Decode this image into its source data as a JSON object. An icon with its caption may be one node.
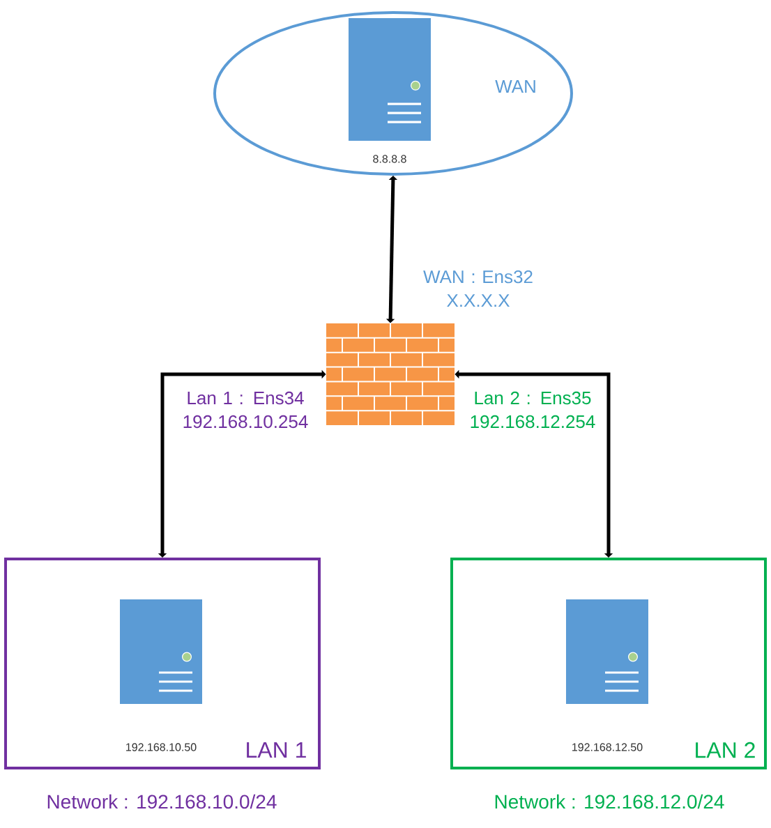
{
  "diagram": {
    "nodes": [
      {
        "text": [
          "WAN"
        ]
      },
      {
        "text": [
          "8.8.8.8"
        ],
        "in": 0
      },
      {
        "text": [],
        "shape": "picture"
      },
      {
        "text": [
          "LAN 1"
        ],
        "beside": [
          "Network : 192.168.10.0/24"
        ]
      },
      {
        "text": [
          "192.168.10.50"
        ],
        "in": 3
      },
      {
        "text": [
          "LAN 2"
        ],
        "beside": [
          "Network : 192.168.12.0/24"
        ]
      },
      {
        "text": [
          "192.168.12.50"
        ],
        "in": 5
      }
    ],
    "edges": [
      {
        "from": 0,
        "to": 2,
        "arrow": "both",
        "label": "WAN : Ens32 X.X.X.X"
      },
      {
        "from": 2,
        "to": 3,
        "arrow": "both",
        "label": "Lan 1 : Ens34 192.168.10.254"
      },
      {
        "from": 2,
        "to": 5,
        "arrow": "both",
        "label": "Lan 2 : Ens35 192.168.12.254"
      }
    ]
  }
}
